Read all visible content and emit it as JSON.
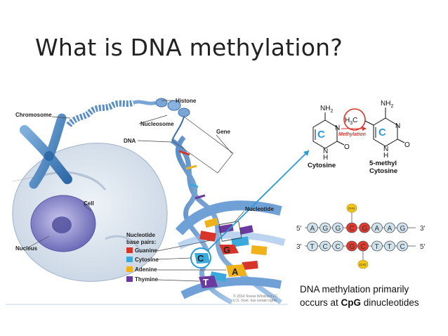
{
  "title": "What is DNA methylation?",
  "diagram_labels": {
    "histone": "Histone",
    "chromosome": "Chromosome",
    "nucleosome": "Nucleosome",
    "dna": "DNA",
    "gene": "Gene",
    "cell": "Cell",
    "nucleus": "Nucleus",
    "nucleotide": "Nucleotide",
    "base_pairs_title_1": "Nucleotide",
    "base_pairs_title_2": "base pairs:",
    "copyright_1": "© 2014 Terese Winslow LLC",
    "copyright_2": "U.S. Govt. has certain rights"
  },
  "base_pairs": [
    {
      "name": "Guanine",
      "color": "#d8352a"
    },
    {
      "name": "Cytosine",
      "color": "#3ba9dc"
    },
    {
      "name": "Adenine",
      "color": "#f0b21a"
    },
    {
      "name": "Thymine",
      "color": "#6a3a9e"
    }
  ],
  "helix_letters": {
    "c": "C",
    "g": "G",
    "a": "A",
    "t": "T"
  },
  "chemistry": {
    "nh2_left": "NH",
    "nh2_right": "NH",
    "sub2": "2",
    "h3c": "H",
    "h3c_sub": "3",
    "h3c_c": "C",
    "n_label": "N",
    "h_label": "H",
    "o_label": "O",
    "ring_letter_left": "C",
    "ring_letter_right": "C",
    "arrow_label": "Methylation",
    "cytosine": "Cytosine",
    "methyl_cytosine_1": "5-methyl",
    "methyl_cytosine_2": "Cytosine"
  },
  "cpg": {
    "strand_top_5": "5'",
    "strand_top_3": "3'",
    "strand_bottom_3": "3'",
    "strand_bottom_5": "5'",
    "top_bases": [
      "A",
      "G",
      "G",
      "C",
      "G",
      "A",
      "A",
      "G"
    ],
    "bottom_bases": [
      "T",
      "C",
      "C",
      "G",
      "C",
      "T",
      "T",
      "C"
    ],
    "methyl_tag": "CH3"
  },
  "caption": {
    "line1": "DNA methylation primarily",
    "line2_pre": "occurs at ",
    "line2_bold": "CpG",
    "line2_post": " dinucleotides"
  }
}
